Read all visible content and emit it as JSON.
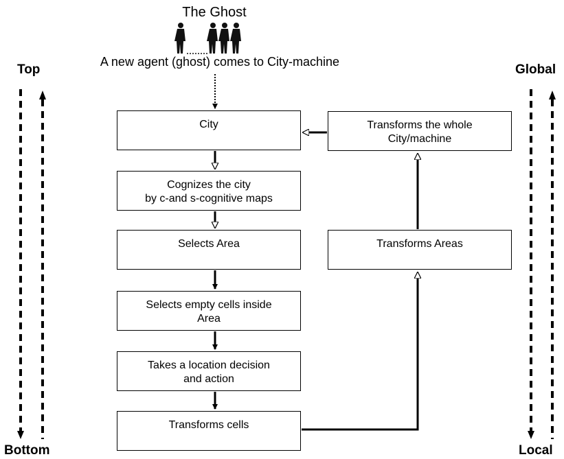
{
  "header": {
    "title": "The Ghost",
    "subtitle": "A new agent (ghost) comes to City-machine"
  },
  "left_axis": {
    "top_label": "Top",
    "bottom_label": "Bottom"
  },
  "right_axis": {
    "top_label": "Global",
    "bottom_label": "Local"
  },
  "boxes": {
    "city": "City",
    "cognizes": "Cognizes the city\nby c-and s-cognitive maps",
    "selects_area": "Selects Area",
    "selects_cells": "Selects empty cells inside\nArea",
    "takes_decision": "Takes a location decision\nand action",
    "transforms_cells": "Transforms cells",
    "transforms_areas": "Transforms Areas",
    "transforms_whole": "Transforms the whole\nCity/machine"
  }
}
